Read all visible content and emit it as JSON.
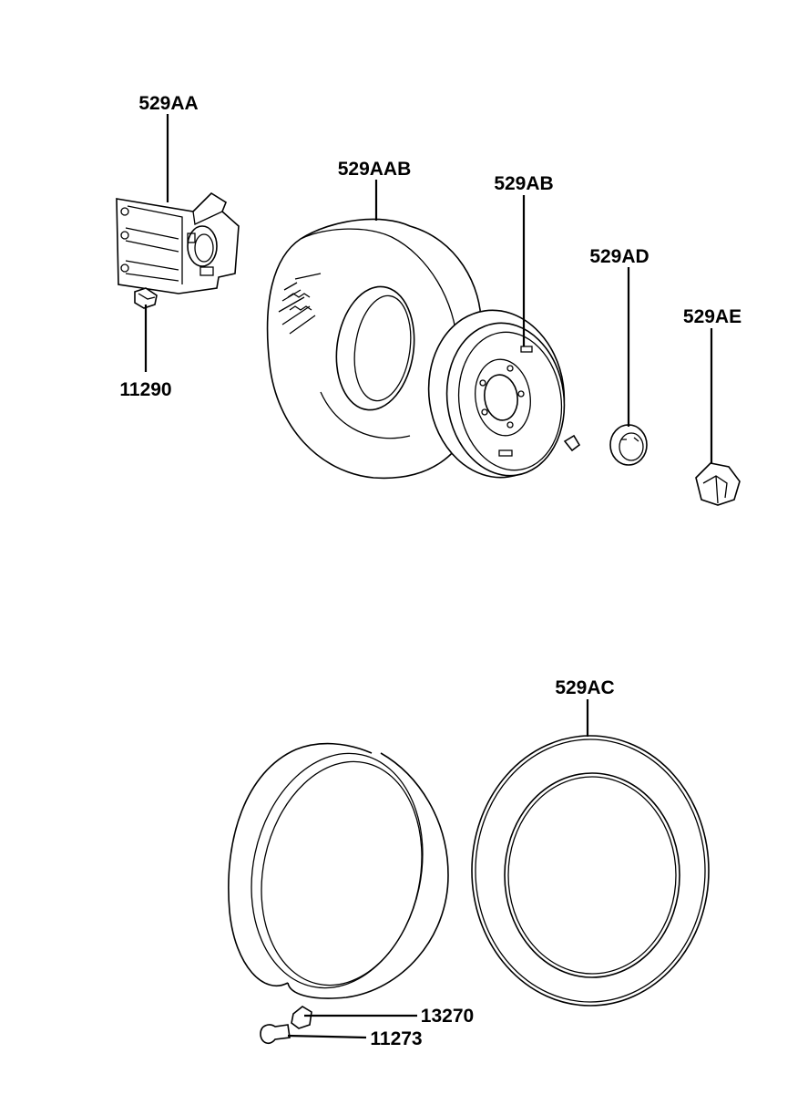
{
  "labels": {
    "bracket": "529AA",
    "bolt_top": "11290",
    "tire": "529AAB",
    "wheel": "529AB",
    "center_cap": "529AD",
    "lug_cap": "529AE",
    "spare_tire": "529AC",
    "nut": "13270",
    "bolt_bottom": "11273"
  }
}
